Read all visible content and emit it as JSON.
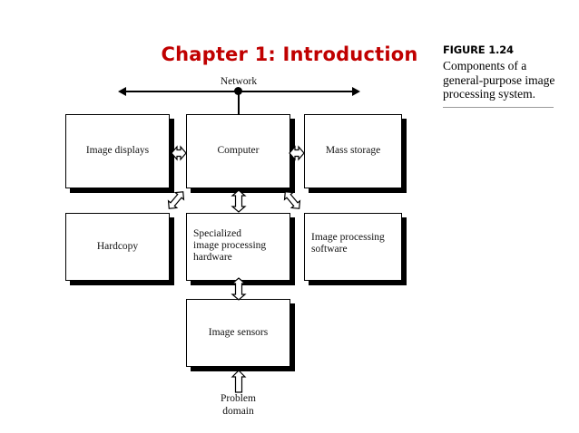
{
  "slide": {
    "title": "Chapter 1: Introduction",
    "title_color": "#c00000",
    "background": "#ffffff"
  },
  "caption": {
    "figure_number": "FIGURE 1.24",
    "text": "Components of a general-purpose image processing system."
  },
  "diagram": {
    "network_label": "Network",
    "bottom_label_line1": "Problem",
    "bottom_label_line2": "domain",
    "nodes": [
      {
        "id": "image-displays",
        "label": "Image displays"
      },
      {
        "id": "computer",
        "label": "Computer"
      },
      {
        "id": "mass-storage",
        "label": "Mass storage"
      },
      {
        "id": "hardcopy",
        "label": "Hardcopy"
      },
      {
        "id": "specialized-hardware",
        "label": "Specialized\nimage processing\nhardware"
      },
      {
        "id": "image-processing-software",
        "label": "Image processing\nsoftware"
      },
      {
        "id": "image-sensors",
        "label": "Image sensors"
      }
    ],
    "node_labels": {
      "image_displays": "Image displays",
      "computer": "Computer",
      "mass_storage": "Mass storage",
      "hardcopy": "Hardcopy",
      "specialized_hardware_l1": "Specialized",
      "specialized_hardware_l2": "image processing",
      "specialized_hardware_l3": "hardware",
      "image_processing_software_l1": "Image processing",
      "image_processing_software_l2": "software",
      "image_sensors": "Image sensors"
    }
  }
}
